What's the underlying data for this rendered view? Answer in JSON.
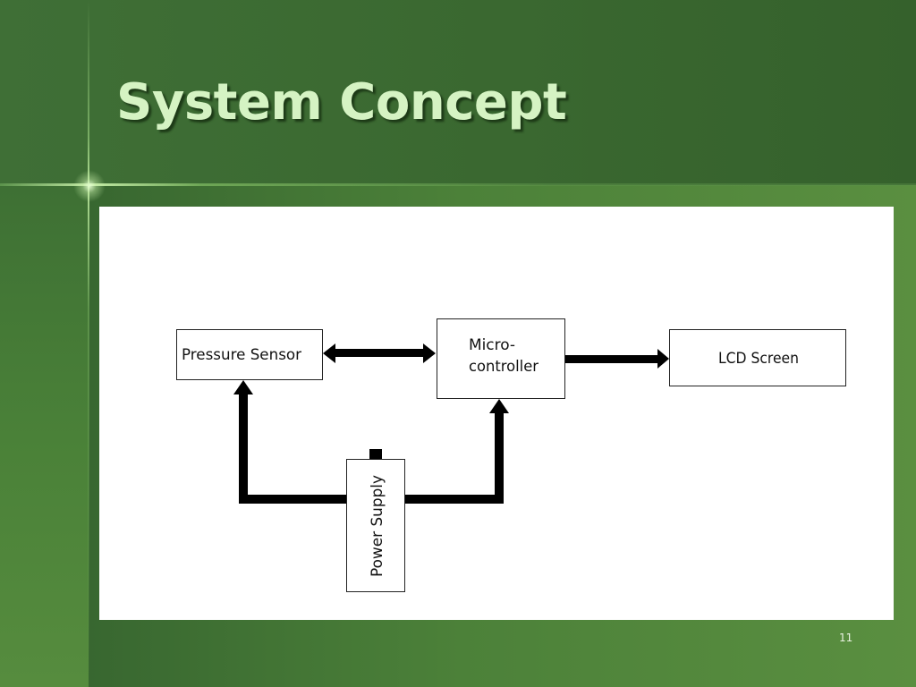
{
  "slide": {
    "title": "System Concept",
    "page_number": "11"
  },
  "diagram": {
    "blocks": {
      "pressure_sensor": "Pressure Sensor",
      "microcontroller_line1": "Micro-",
      "microcontroller_line2": "controller",
      "lcd_screen": "LCD Screen",
      "power_supply": "Power Supply"
    },
    "connections": [
      {
        "from": "Pressure Sensor",
        "to": "Micro-controller",
        "direction": "bidirectional"
      },
      {
        "from": "Micro-controller",
        "to": "LCD Screen",
        "direction": "forward"
      },
      {
        "from": "Power Supply",
        "to": "Pressure Sensor",
        "direction": "forward"
      },
      {
        "from": "Power Supply",
        "to": "Micro-controller",
        "direction": "forward"
      }
    ]
  },
  "colors": {
    "background": "#3a6a33",
    "title_text": "#d5f3c3",
    "diagram_panel": "#ffffff",
    "connector": "#000000"
  }
}
